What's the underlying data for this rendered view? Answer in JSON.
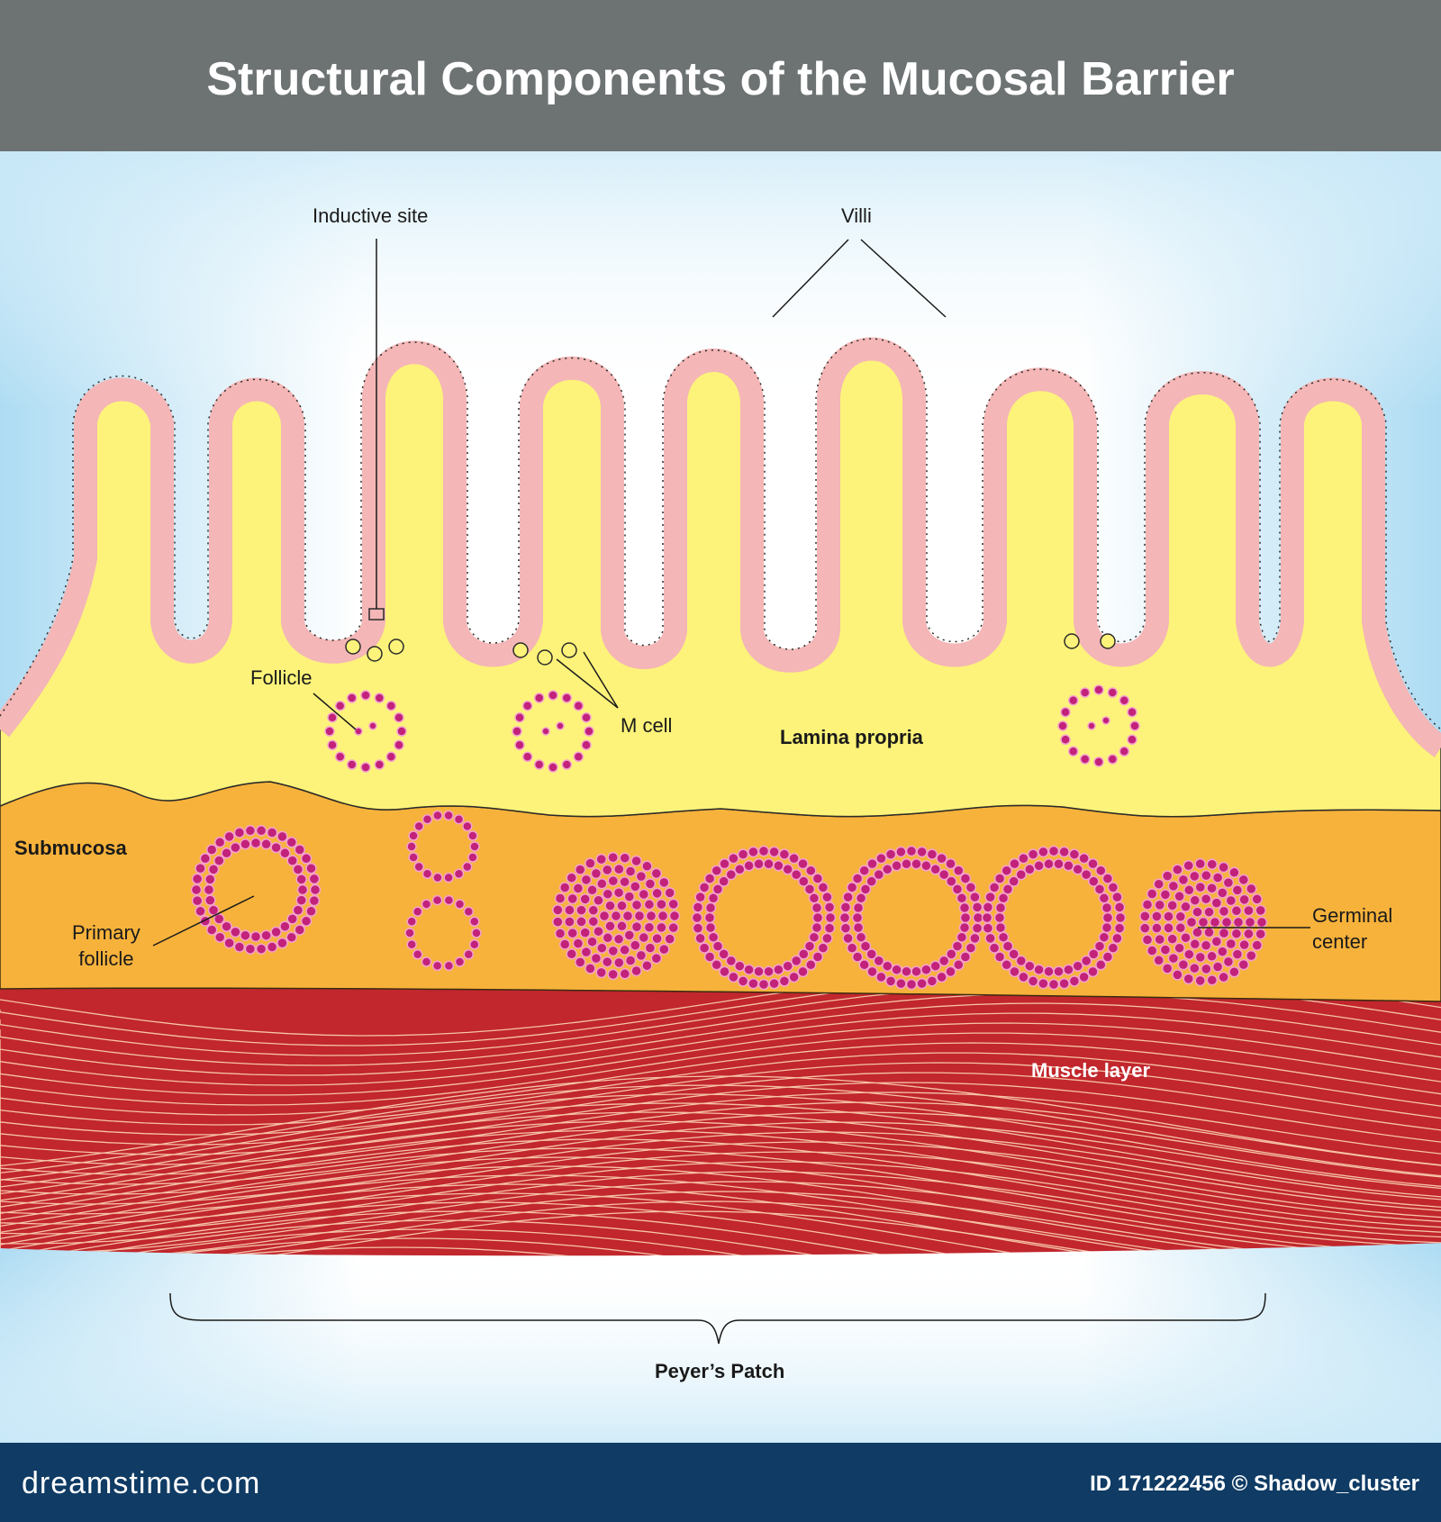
{
  "title": "Structural Components of the Mucosal Barrier",
  "labels": {
    "inductive_site": "Inductive site",
    "villi": "Villi",
    "follicle": "Follicle",
    "m_cell": "M cell",
    "lamina_propria": "Lamina propria",
    "submucosa": "Submucosa",
    "primary_follicle": "Primary\nfollicle",
    "germinal_center": "Germinal\ncenter",
    "muscle_layer": "Muscle layer",
    "peyers_patch": "Peyer’s Patch"
  },
  "watermark": {
    "logo": "dreamstime.com",
    "id_credit": "ID 171222456 © Shadow_cluster"
  },
  "colors": {
    "header": "#6d7273",
    "background_top": "#ffffff",
    "background_edge": "#aedcf3",
    "lamina_propria": "#fdf37a",
    "submucosa": "#f7b23b",
    "muscle": "#c1272d",
    "muscle_fibers": "#f6c2a9",
    "epithelium": "#f4b6b6",
    "lymphocyte": "#c2227a",
    "footer": "#0f3b64"
  }
}
